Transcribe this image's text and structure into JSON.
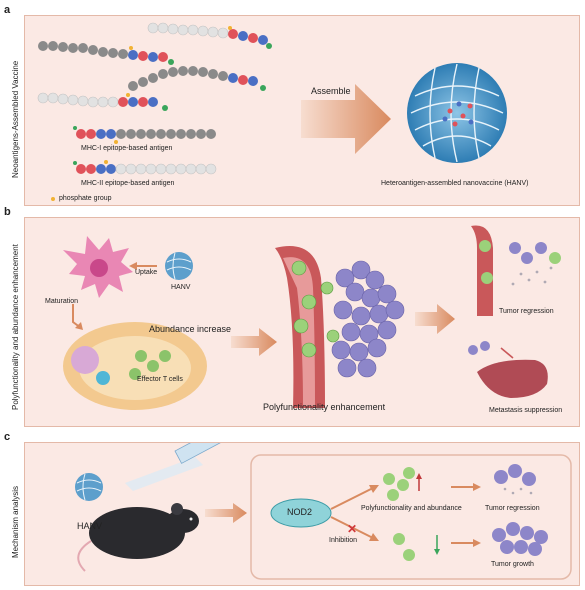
{
  "panels": {
    "a": {
      "letter": "a",
      "side_label": "Neoantigens-Assembled Vaccine",
      "mhc1_label": "MHC-I epitope-based antigen",
      "mhc2_label": "MHC-II epitope-based antigen",
      "phosphate_label": "phosphate group",
      "assemble_label": "Assemble",
      "nanovaccine_label": "Heteroantigen-assembled nanovaccine (HANV)"
    },
    "b": {
      "letter": "b",
      "side_label": "Polyfunctionality and abundance enhancement",
      "uptake_label": "Uptake",
      "hanv_label": "HANV",
      "maturation_label": "Maturation",
      "abundance_label": "Abundance increase",
      "effector_label": "Effector T cells",
      "polyfunctionality_label": "Polyfunctionality enhancement",
      "tumor_regression_label": "Tumor regression",
      "metastasis_label": "Metastasis suppression"
    },
    "c": {
      "letter": "c",
      "side_label": "Mechanism analysis",
      "hanv_label": "HANV",
      "nod2_label": "NOD2",
      "poly_abundance_label": "Polyfunctionality and abundance",
      "inhibition_label": "Inhibition",
      "tumor_regression_label": "Tumor regression",
      "tumor_growth_label": "Tumor growth"
    }
  },
  "colors": {
    "panel_bg": "#fbe9e4",
    "panel_border": "#e4b9a8",
    "arrow": "#d9a07a",
    "bead_dark": "#8a8a8a",
    "bead_light": "#e2e2e2",
    "bead_red": "#e0525a",
    "bead_blue": "#4a6fc4",
    "phosphate": "#f2b233",
    "green_tip": "#3aa55b",
    "tumor": "#8d86c9",
    "vessel": "#c9585a",
    "nod2": "#8fd3d9"
  }
}
